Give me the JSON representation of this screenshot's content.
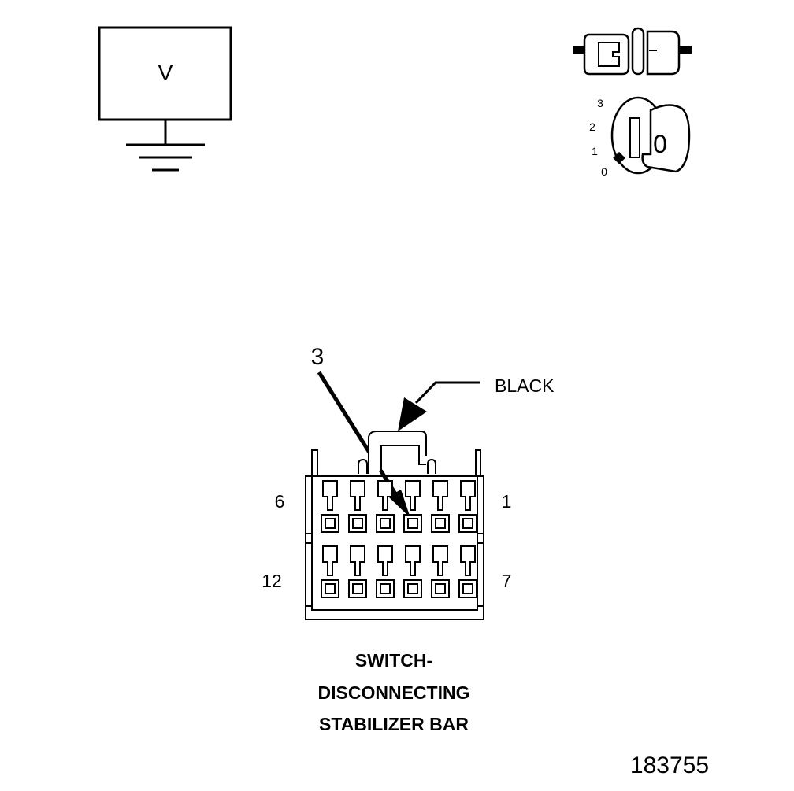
{
  "voltmeter": {
    "symbol": "V"
  },
  "ignition_key": {
    "positions": [
      "3",
      "2",
      "1",
      "0"
    ],
    "key_position": "0"
  },
  "connector": {
    "pin_callout": "3",
    "color_label": "BLACK",
    "top_row_left_pin": "6",
    "top_row_right_pin": "1",
    "bottom_row_left_pin": "12",
    "bottom_row_right_pin": "7",
    "rows": 2,
    "pins_per_row": 6
  },
  "caption": {
    "line1": "SWITCH-",
    "line2": "DISCONNECTING",
    "line3": "STABILIZER BAR"
  },
  "figure_number": "183755"
}
